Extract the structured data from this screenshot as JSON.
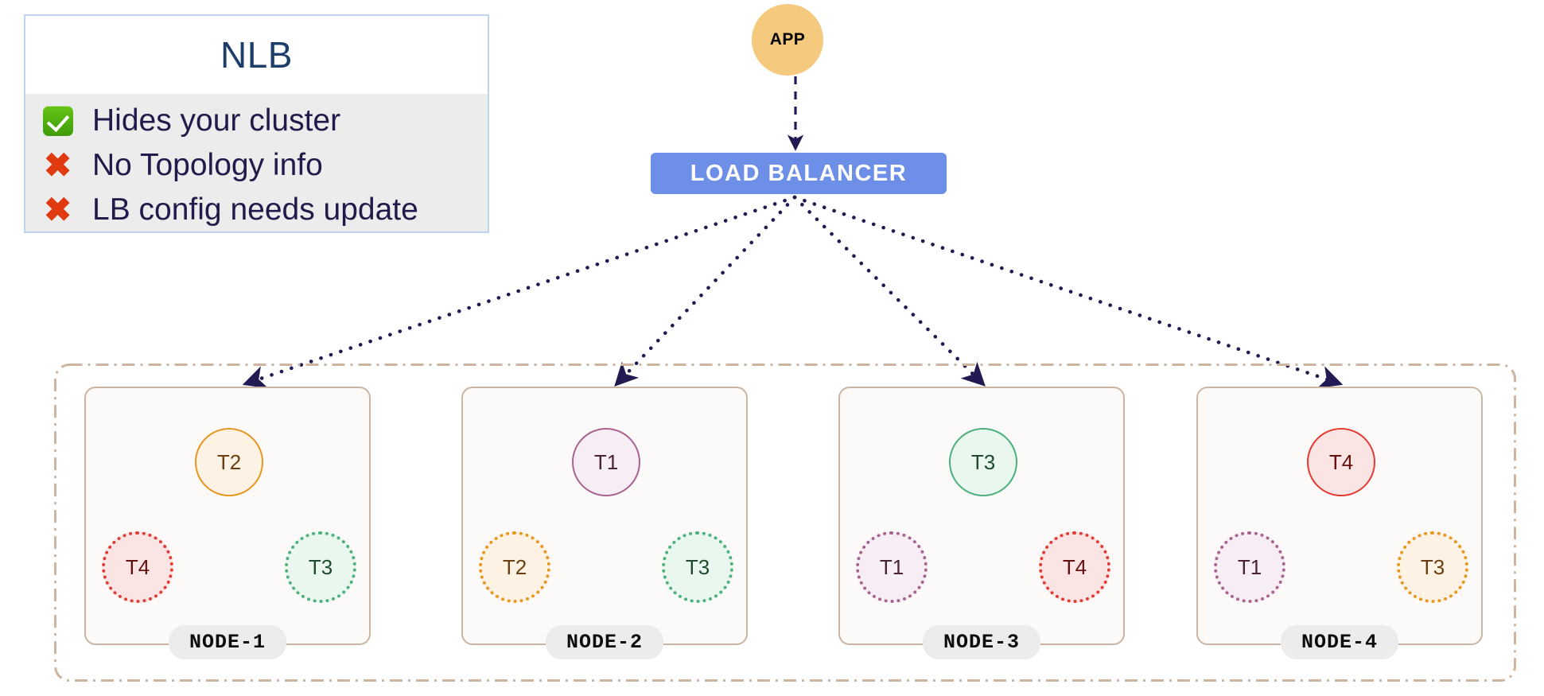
{
  "legend": {
    "title": "NLB",
    "items": [
      {
        "mark": "check-icon",
        "mark_type": "check",
        "text": "Hides your cluster"
      },
      {
        "mark": "cross-icon",
        "mark_type": "cross",
        "text": "No Topology info"
      },
      {
        "mark": "cross-icon",
        "mark_type": "cross",
        "text": "LB config needs update"
      }
    ],
    "border_color": "#bdd3ee",
    "body_bg": "#ececec",
    "title_color": "#1d3e6b",
    "text_color": "#221a4a",
    "check_color": "#4aa80d",
    "cross_color": "#e03a10"
  },
  "app": {
    "label": "APP",
    "fill": "#f5c97e",
    "text_color": "#000000"
  },
  "load_balancer": {
    "label": "LOAD  BALANCER",
    "fill": "#6d8fe8",
    "text_color": "#ffffff"
  },
  "edges": {
    "app_to_lb_style": "dashed",
    "lb_to_node_style": "dotted",
    "color": "#221a53"
  },
  "cluster": {
    "border_color": "#cdb5a0",
    "border_style": "dash-dot",
    "node_bg": "#fbfaf8",
    "node_border": "#cbb5a2",
    "label_pill_bg": "#ececec"
  },
  "palette": {
    "orange": {
      "border": "#e8961e",
      "fill": "#fdf2e4",
      "text": "#6b3f11"
    },
    "purple": {
      "border": "#a8628e",
      "fill": "#f6eef4",
      "text": "#4a2338"
    },
    "green": {
      "border": "#4caf7d",
      "fill": "#e9f7ef",
      "text": "#1e4b2d"
    },
    "red": {
      "border": "#e23b35",
      "fill": "#fbe5e4",
      "text": "#63100e"
    }
  },
  "nodes": [
    {
      "label": "NODE-1",
      "primary": {
        "label": "T2",
        "color": "orange"
      },
      "secondary_left": {
        "label": "T4",
        "color": "red"
      },
      "secondary_right": {
        "label": "T3",
        "color": "green"
      }
    },
    {
      "label": "NODE-2",
      "primary": {
        "label": "T1",
        "color": "purple"
      },
      "secondary_left": {
        "label": "T2",
        "color": "orange"
      },
      "secondary_right": {
        "label": "T3",
        "color": "green"
      }
    },
    {
      "label": "NODE-3",
      "primary": {
        "label": "T3",
        "color": "green"
      },
      "secondary_left": {
        "label": "T1",
        "color": "purple"
      },
      "secondary_right": {
        "label": "T4",
        "color": "red"
      }
    },
    {
      "label": "NODE-4",
      "primary": {
        "label": "T4",
        "color": "red"
      },
      "secondary_left": {
        "label": "T1",
        "color": "purple"
      },
      "secondary_right": {
        "label": "T3",
        "color": "orange"
      }
    }
  ]
}
